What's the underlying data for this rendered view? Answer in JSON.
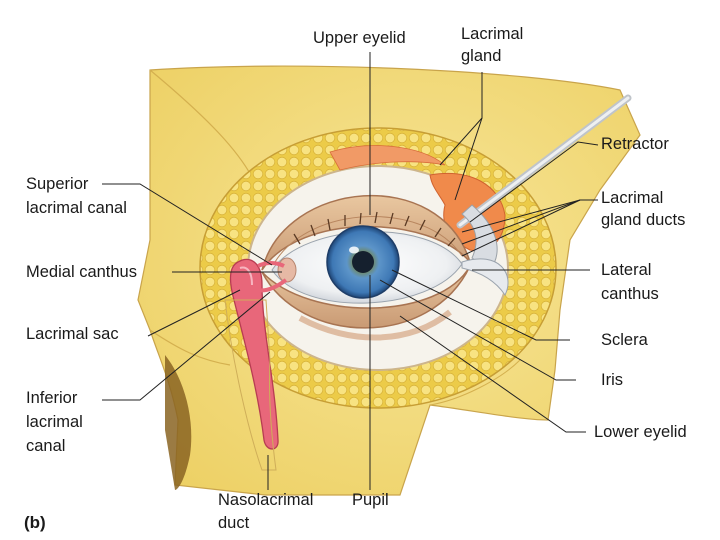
{
  "figure": {
    "panel_letter": "(b)",
    "colors": {
      "bone": "#f7e28a",
      "fat": "#efd45a",
      "sac": "#e8677a",
      "iris": "#3e78b5",
      "lacrimal_gland": "#f08a4b"
    },
    "labels": {
      "upper_eyelid": "Upper eyelid",
      "lacrimal_gland_1": "Lacrimal",
      "lacrimal_gland_2": "gland",
      "retractor": "Retractor",
      "lacrimal_gland_ducts_1": "Lacrimal",
      "lacrimal_gland_ducts_2": "gland ducts",
      "superior_lacrimal_canal_1": "Superior",
      "superior_lacrimal_canal_2": "lacrimal canal",
      "medial_canthus": "Medial canthus",
      "lateral_canthus_1": "Lateral",
      "lateral_canthus_2": "canthus",
      "lacrimal_sac": "Lacrimal sac",
      "sclera": "Sclera",
      "inferior_lacrimal_canal_1": "Inferior",
      "inferior_lacrimal_canal_2": "lacrimal",
      "inferior_lacrimal_canal_3": "canal",
      "iris": "Iris",
      "lower_eyelid": "Lower eyelid",
      "nasolacrimal_duct_1": "Nasolacrimal",
      "nasolacrimal_duct_2": "duct",
      "pupil": "Pupil"
    }
  }
}
